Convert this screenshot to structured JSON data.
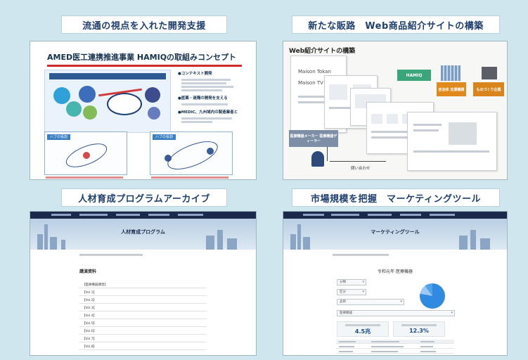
{
  "colors": {
    "background": "#cfe6ef",
    "title_text": "#1f3f6e",
    "accent_red": "#d02b2b",
    "nav_dark": "#1b2a4a"
  },
  "quadrants": [
    {
      "title": "流通の視点を入れた開発支援"
    },
    {
      "title": "新たな販路　Web商品紹介サイトの構築"
    },
    {
      "title": "人材育成プログラムアーカイブ"
    },
    {
      "title": "市場規模を把握　マーケティングツール"
    }
  ],
  "concept_slide": {
    "heading": "AMED医工連携推進事業 HAMIQの取組みコンセプト",
    "bullet_1": "●コンテキスト開発",
    "bullet_2": "●医薬・遠隔の開発を支える",
    "bullet_3": "●MEDIC、九州域内の製造業者と",
    "label_1": "ハブの役割",
    "label_2": "ハブの役割"
  },
  "web_catalog": {
    "heading": "Web紹介サイトの構築",
    "logo_1": "Maison Tokan",
    "logo_2": "Maison TV",
    "hamiq_box": "HAMIQ",
    "support_box": "自治体\n支援機関",
    "maker_box": "ものづくり企業",
    "buyer_box": "医療機器メーカー\n医療機器ディーラー",
    "inquiry": "問い合わせ"
  },
  "archive_site": {
    "hero_title": "人材育成プログラム",
    "section_heading": "講演資料",
    "rows": [
      "【医療機器講習】",
      "【Vol.1】",
      "【Vol.2】",
      "【Vol.3】",
      "【Vol.4】",
      "【Vol.5】",
      "【Vol.6】",
      "【Vol.7】",
      "【Vol.8】"
    ]
  },
  "marketing_site": {
    "hero_title": "マーケティングツール",
    "panel_title": "令和元年 医療機器",
    "filters": [
      "分類",
      "区分",
      "品目",
      "医療機器"
    ],
    "stat_1_value": "4.5兆",
    "stat_2_value": "12.3%"
  }
}
